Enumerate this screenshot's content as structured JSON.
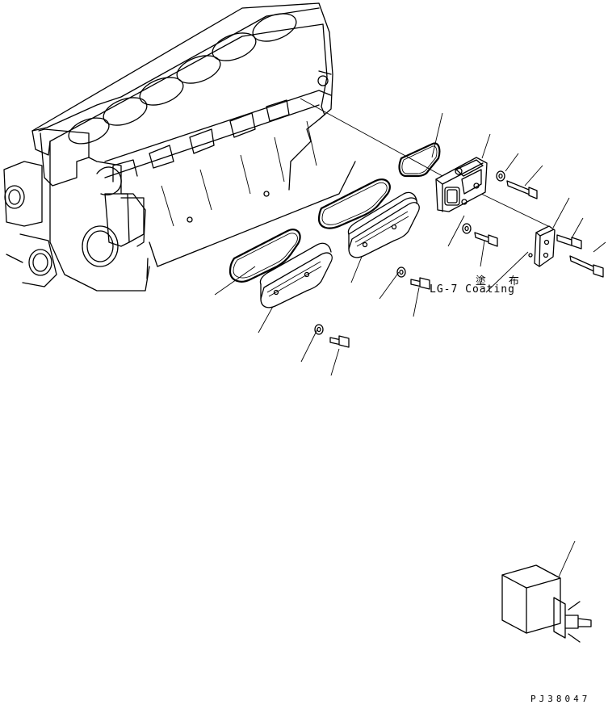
{
  "callouts": {
    "coating_jp": "塗 布",
    "coating_en": "LG-7 Coating"
  },
  "drawing_number": "PJ38047",
  "parts": {
    "engine_block": "engine-block",
    "gaskets": [
      "gasket",
      "gasket",
      "gasket"
    ],
    "covers": [
      "side-cover",
      "side-cover"
    ],
    "washers": [
      "washer",
      "washer",
      "washer",
      "washer"
    ],
    "bolts": [
      "bolt",
      "bolt",
      "bolt",
      "bolt",
      "bolt",
      "bolt"
    ],
    "housing": "thermostat-housing",
    "plate": "cover-plate",
    "tool": "tool"
  }
}
